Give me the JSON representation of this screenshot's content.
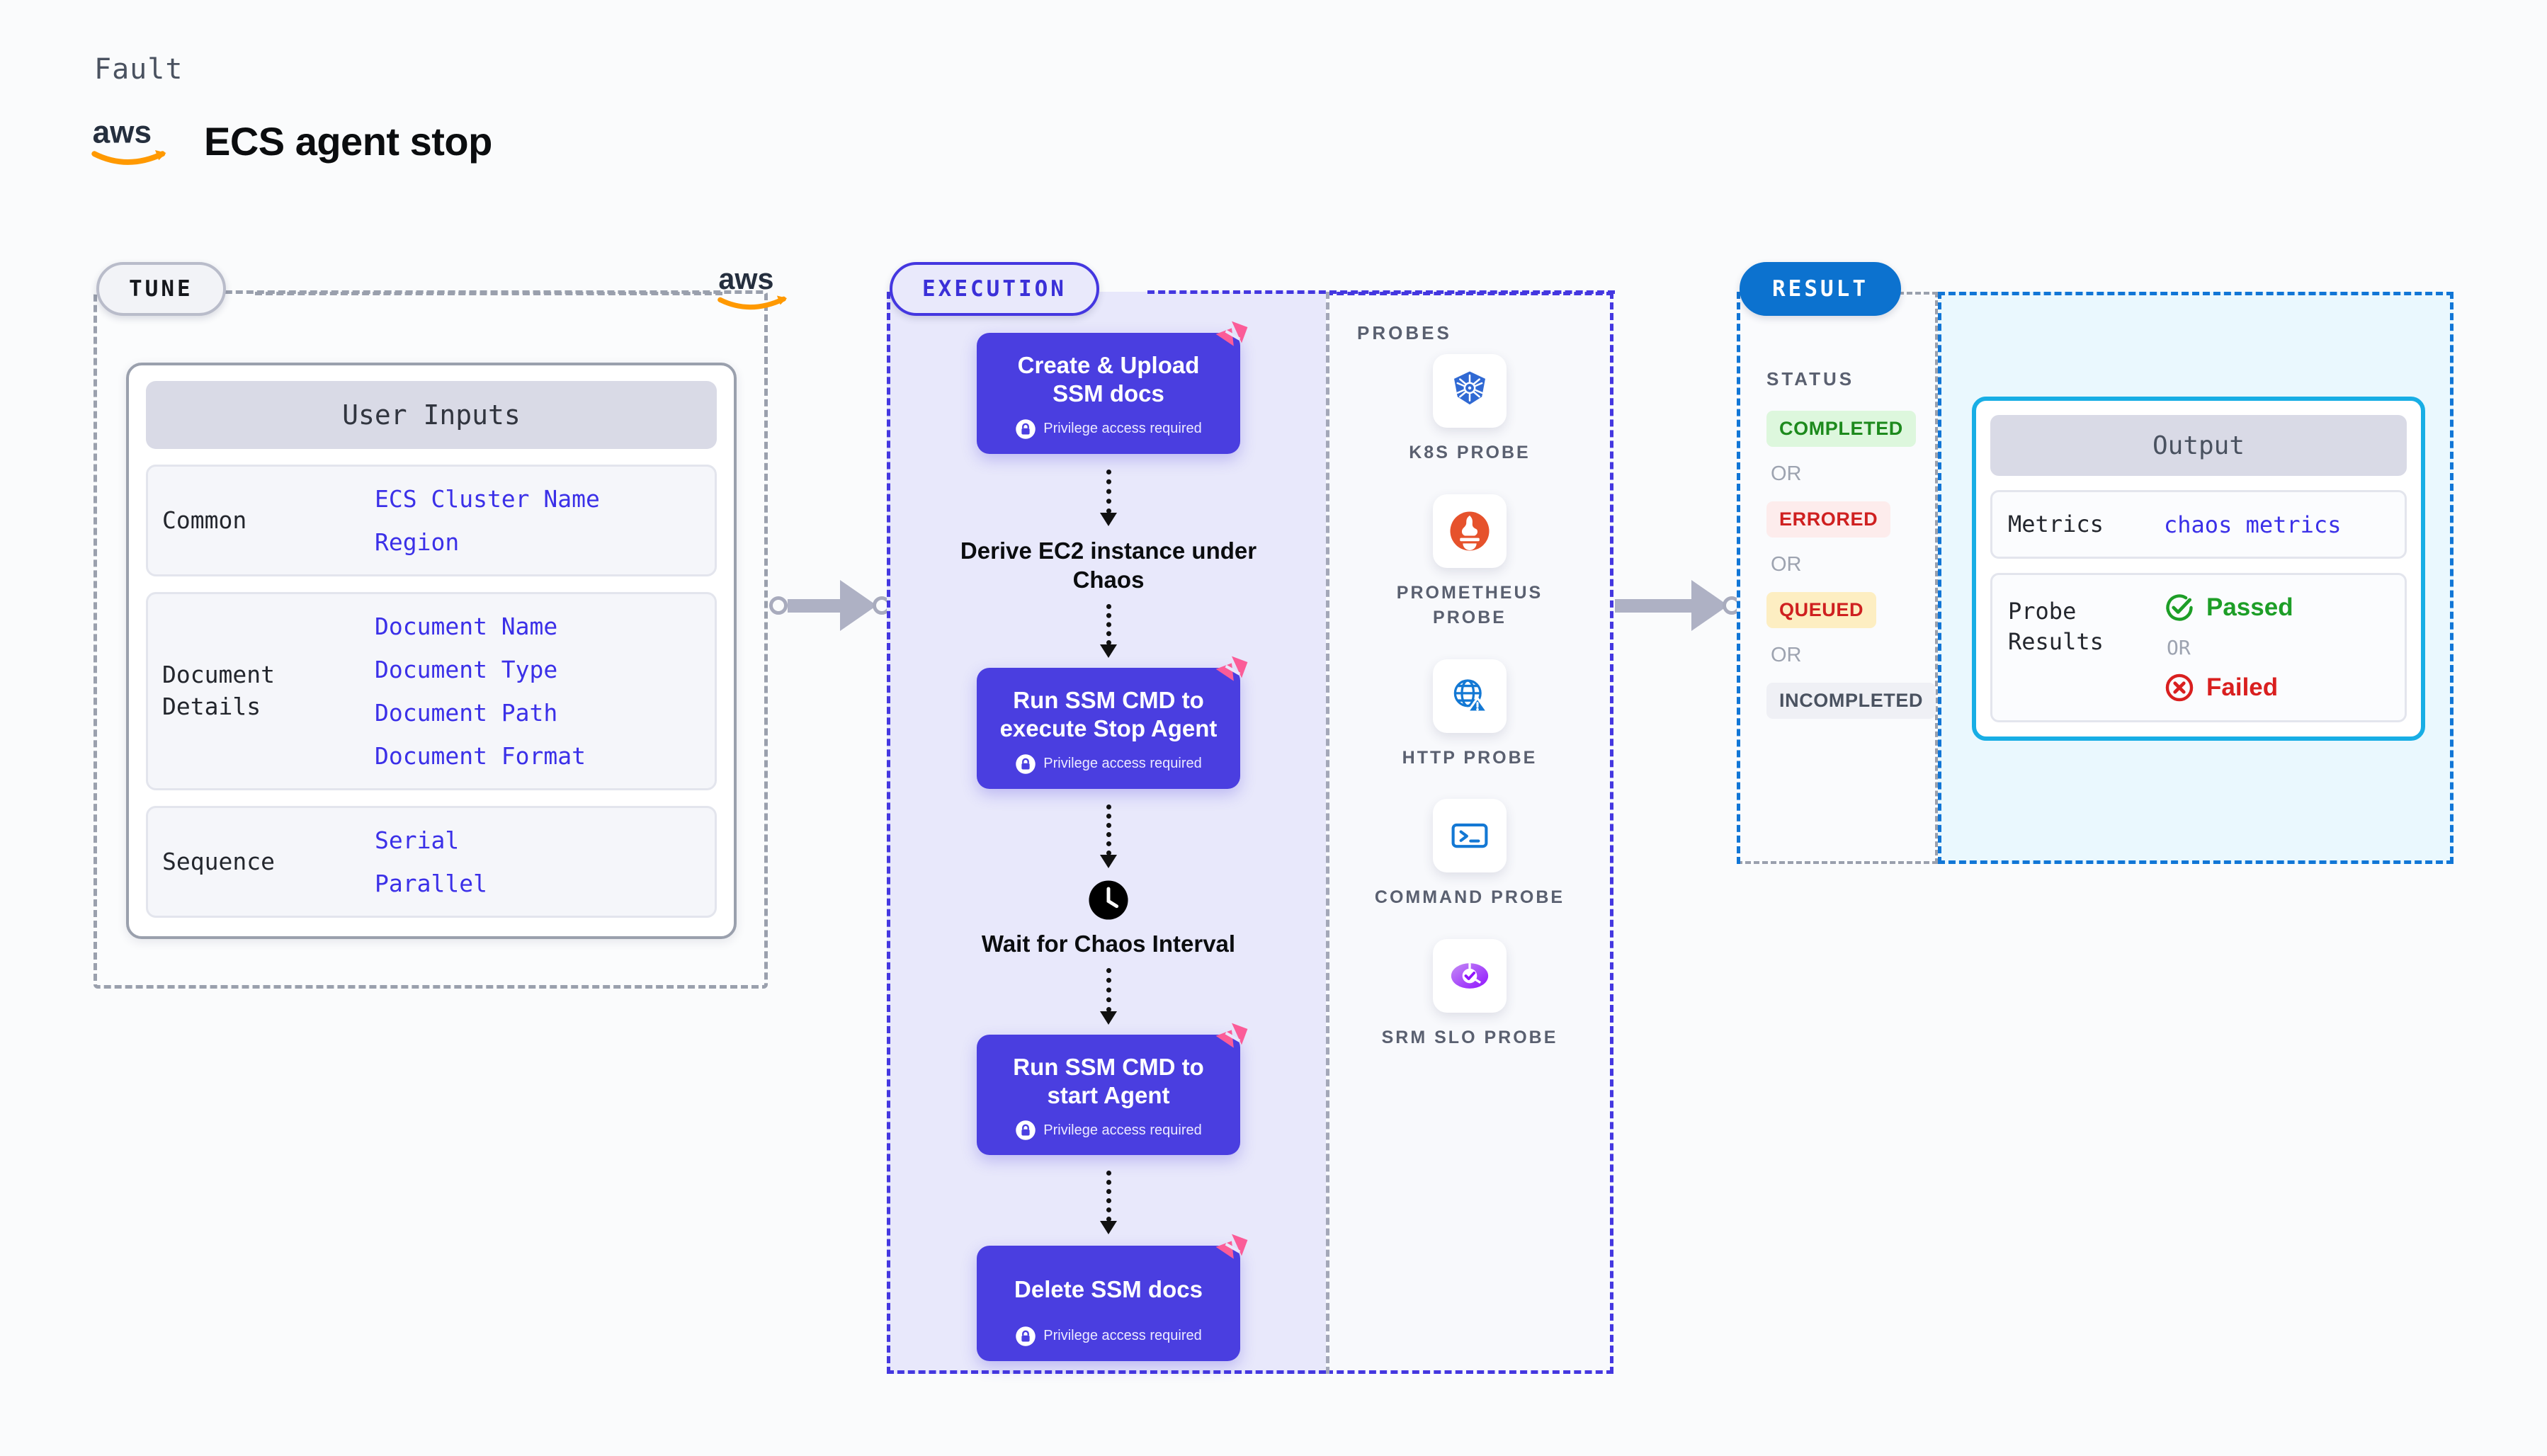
{
  "header": {
    "kind_label": "Fault",
    "title": "ECS agent stop",
    "logo_icon": "aws-logo-icon"
  },
  "tune": {
    "badge": "TUNE",
    "logo_icon": "aws-logo-icon",
    "card": {
      "heading": "User Inputs",
      "rows": [
        {
          "label": "Common",
          "values": [
            "ECS Cluster Name",
            "Region"
          ]
        },
        {
          "label": "Document\nDetails",
          "values": [
            "Document Name",
            "Document Type",
            "Document Path",
            "Document Format"
          ]
        },
        {
          "label": "Sequence",
          "values": [
            "Serial",
            "Parallel"
          ]
        }
      ]
    }
  },
  "execution": {
    "badge": "EXECUTION",
    "privilege_note": "Privilege access required",
    "steps": [
      {
        "type": "box",
        "title": "Create & Upload SSM docs",
        "note": "Privilege access required",
        "flag_icon": "litmus-flag-icon",
        "lock_icon": "lock-icon"
      },
      {
        "type": "plain",
        "title": "Derive EC2 instance under Chaos",
        "icon": ""
      },
      {
        "type": "box",
        "title": "Run SSM CMD to execute Stop Agent",
        "note": "Privilege access required",
        "flag_icon": "litmus-flag-icon",
        "lock_icon": "lock-icon"
      },
      {
        "type": "plain",
        "title": "Wait for Chaos Interval",
        "icon": "clock-icon"
      },
      {
        "type": "box",
        "title": "Run SSM CMD to start Agent",
        "note": "Privilege access required",
        "flag_icon": "litmus-flag-icon",
        "lock_icon": "lock-icon"
      },
      {
        "type": "box",
        "title": "Delete SSM docs",
        "note": "Privilege access required",
        "flag_icon": "litmus-flag-icon",
        "lock_icon": "lock-icon"
      }
    ]
  },
  "probes": {
    "title": "PROBES",
    "items": [
      {
        "name": "K8S PROBE",
        "icon": "kubernetes-icon"
      },
      {
        "name": "PROMETHEUS PROBE",
        "icon": "prometheus-icon"
      },
      {
        "name": "HTTP PROBE",
        "icon": "http-globe-warning-icon"
      },
      {
        "name": "COMMAND PROBE",
        "icon": "terminal-icon"
      },
      {
        "name": "SRM SLO PROBE",
        "icon": "srm-slo-icon"
      }
    ]
  },
  "result": {
    "badge": "RESULT",
    "status_title": "STATUS",
    "or_label": "OR",
    "statuses": [
      {
        "label": "COMPLETED",
        "style": "st-completed"
      },
      {
        "label": "ERRORED",
        "style": "st-errored"
      },
      {
        "label": "QUEUED",
        "style": "st-queued"
      },
      {
        "label": "INCOMPLETED",
        "style": "st-incompleted"
      }
    ],
    "output": {
      "heading": "Output",
      "metrics_label": "Metrics",
      "metrics_value": "chaos metrics",
      "probe_label": "Probe\nResults",
      "passed": "Passed",
      "failed": "Failed",
      "or_label": "OR",
      "passed_icon": "check-circle-icon",
      "failed_icon": "x-circle-icon"
    }
  },
  "colors": {
    "accent_blue": "#4437e0",
    "step_fill": "#4a3ee0",
    "result_blue": "#0c72cf",
    "output_border": "#18aee5",
    "flag_pink": "#fb5c98",
    "aws_orange": "#f90",
    "aws_navy": "#252f3e"
  }
}
